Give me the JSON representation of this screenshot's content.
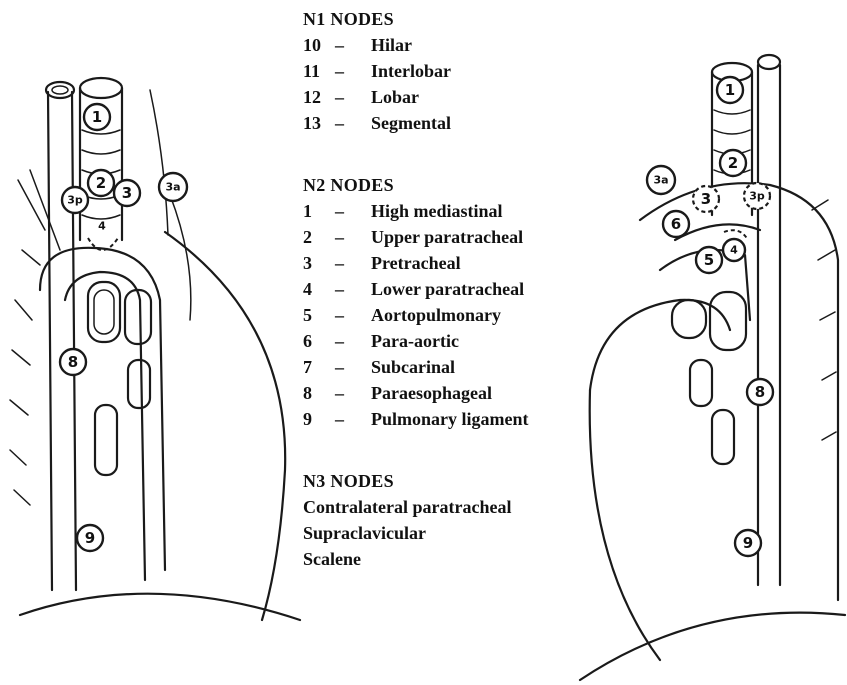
{
  "legend": {
    "n1": {
      "heading": "N1 NODES",
      "items": [
        {
          "num": "10",
          "sep": "–",
          "label": "Hilar"
        },
        {
          "num": "11",
          "sep": "–",
          "label": "Interlobar"
        },
        {
          "num": "12",
          "sep": "–",
          "label": "Lobar"
        },
        {
          "num": "13",
          "sep": "–",
          "label": "Segmental"
        }
      ]
    },
    "n2": {
      "heading": "N2 NODES",
      "items": [
        {
          "num": "1",
          "sep": "–",
          "label": "High mediastinal"
        },
        {
          "num": "2",
          "sep": "–",
          "label": "Upper paratracheal"
        },
        {
          "num": "3",
          "sep": "–",
          "label": "Pretracheal"
        },
        {
          "num": "4",
          "sep": "–",
          "label": "Lower paratracheal"
        },
        {
          "num": "5",
          "sep": "–",
          "label": "Aortopulmonary"
        },
        {
          "num": "6",
          "sep": "–",
          "label": "Para-aortic"
        },
        {
          "num": "7",
          "sep": "–",
          "label": "Subcarinal"
        },
        {
          "num": "8",
          "sep": "–",
          "label": "Paraesophageal"
        },
        {
          "num": "9",
          "sep": "–",
          "label": "Pulmonary ligament"
        }
      ]
    },
    "n3": {
      "heading": "N3 NODES",
      "items": [
        "Contralateral paratracheal",
        "Supraclavicular",
        "Scalene"
      ]
    }
  },
  "left_view": {
    "nodes": [
      "1",
      "2",
      "3p",
      "3",
      "4",
      "3a",
      "8",
      "9"
    ]
  },
  "right_view": {
    "nodes": [
      "1",
      "2",
      "3a",
      "3",
      "3p",
      "6",
      "5",
      "4",
      "8",
      "9"
    ]
  }
}
